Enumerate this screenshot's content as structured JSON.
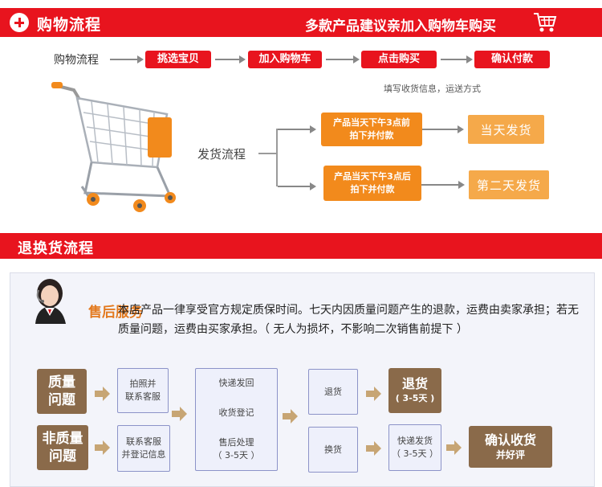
{
  "header": {
    "title": "购物流程",
    "slogan": "多款产品建议亲加入购物车购买"
  },
  "flow": {
    "label": "购物流程",
    "steps": [
      "挑选宝贝",
      "加入购物车",
      "点击购买",
      "确认付款"
    ],
    "note": "填写收货信息，运送方式"
  },
  "delivery": {
    "label": "发货流程",
    "before": {
      "line1": "产品当天下午3点前",
      "line2": "拍下并付款",
      "result": "当天发货"
    },
    "after": {
      "line1": "产品当天下午3点后",
      "line2": "拍下并付款",
      "result": "第二天发货"
    }
  },
  "returns": {
    "title": "退换货流程",
    "service_title": "售后服务",
    "service_text": "本店产品一律享受官方规定质保时间。七天内因质量问题产生的退款，运费由卖家承担；若无质量问题，运费由买家承担。（ 无人为损坏，不影响二次销售前提下 ）",
    "quality": {
      "line1": "质量",
      "line2": "问题"
    },
    "non_quality": {
      "line1": "非质量",
      "line2": "问题"
    },
    "photo_contact": {
      "line1": "拍照并",
      "line2": "联系客服"
    },
    "contact_register": {
      "line1": "联系客服",
      "line2": "并登记信息"
    },
    "middle": {
      "ship_back": "快递发回",
      "receive_register": "收货登记",
      "aftersale_process": "售后处理",
      "days": "（ 3-5天 ）"
    },
    "refund": "退货",
    "exchange": "换货",
    "refund_done": {
      "line1": "退货",
      "line2": "( 3-5天 )"
    },
    "exchange_ship": {
      "line1": "快递发货",
      "line2": "（ 3-5天 ）"
    },
    "confirm": {
      "line1": "确认收货",
      "line2": "并好评"
    }
  },
  "colors": {
    "brand_red": "#e8141e",
    "orange": "#f28a1c",
    "brown": "#8a6a4a",
    "arrow_tan": "#c7a574"
  }
}
